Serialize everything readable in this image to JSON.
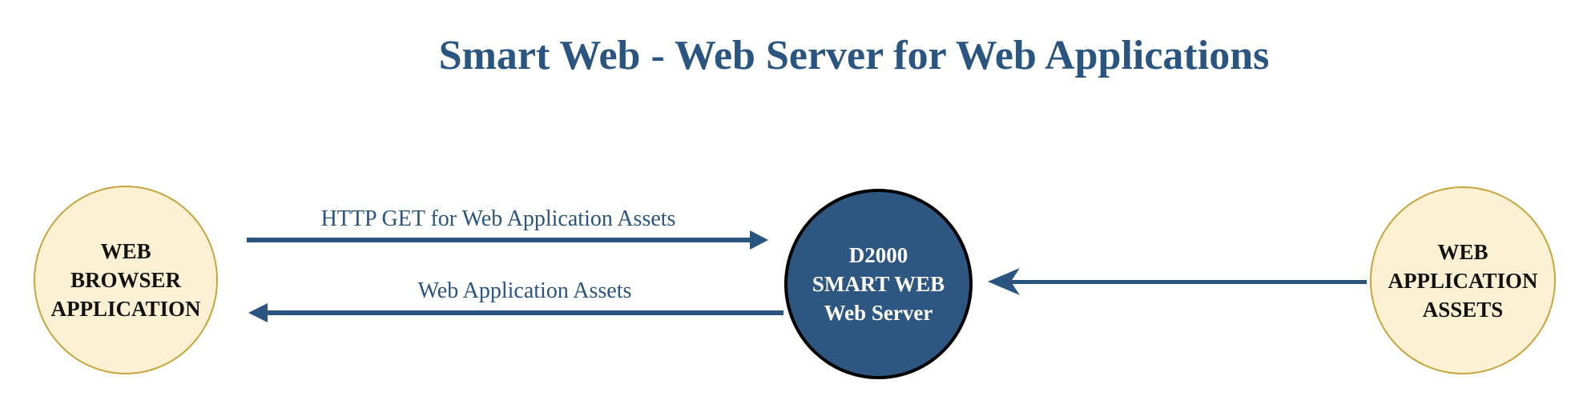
{
  "title": "Smart Web - Web Server for Web Applications",
  "nodes": {
    "browser": {
      "lines": [
        "WEB",
        "BROWSER",
        "APPLICATION"
      ]
    },
    "server": {
      "lines": [
        "D2000",
        "SMART WEB",
        "Web Server"
      ]
    },
    "assets": {
      "lines": [
        "WEB",
        "APPLICATION",
        "ASSETS"
      ]
    }
  },
  "arrows": {
    "http_get": {
      "label": "HTTP GET for Web Application Assets",
      "from": "browser",
      "to": "server",
      "direction": "right"
    },
    "response": {
      "label": "Web Application Assets",
      "from": "server",
      "to": "browser",
      "direction": "left"
    },
    "assets_feed": {
      "label": "",
      "from": "assets",
      "to": "server",
      "direction": "left"
    }
  },
  "colors": {
    "accent_blue": "#2A5580",
    "server_fill": "#2D5681",
    "server_border": "#000000",
    "asset_fill": "#FCF1D2",
    "asset_border": "#C9A43E",
    "node_text_dark": "#111111",
    "node_text_light": "#FFFFFF",
    "background": "#FFFFFF"
  }
}
